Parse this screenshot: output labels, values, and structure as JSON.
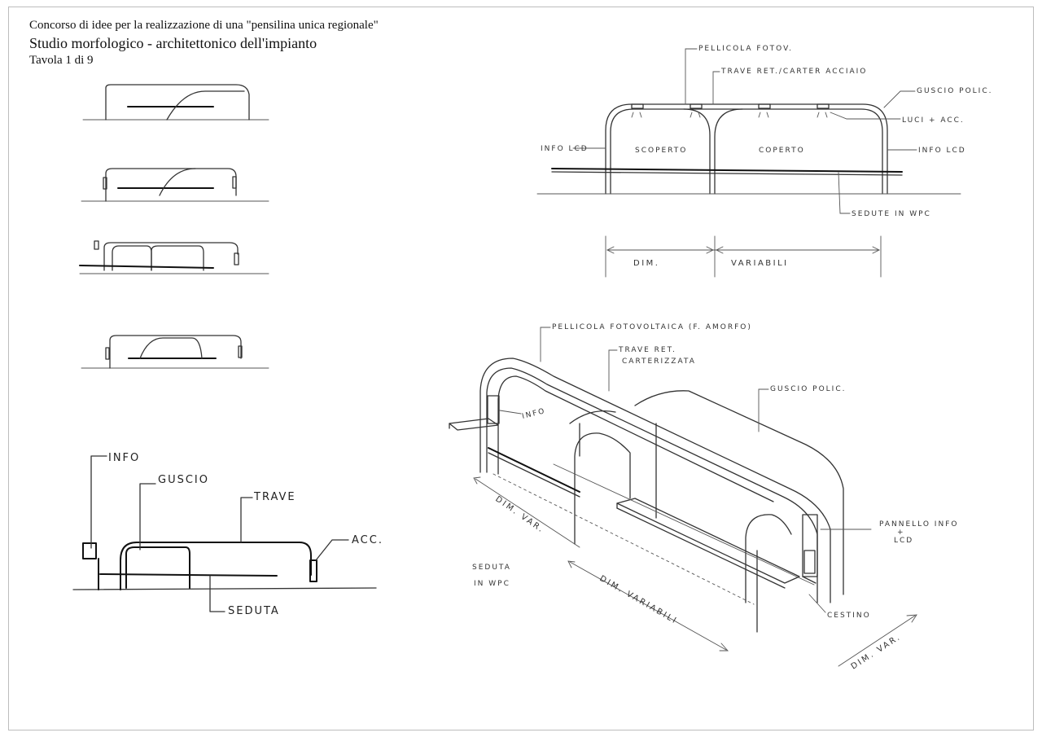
{
  "header": {
    "line1": "Concorso di idee per la realizzazione di una \"pensilina unica regionale\"",
    "line2": "Studio morfologico - architettonico dell'impianto",
    "line3": "Tavola 1 di 9"
  },
  "elevation": {
    "pellicola": "PELLICOLA FOTOV.",
    "trave": "TRAVE RET./CARTER ACCIAIO",
    "guscio": "GUSCIO POLIC.",
    "luci": "LUCI + ACC.",
    "info_left": "INFO LCD",
    "info_right": "INFO LCD",
    "scoperto": "SCOPERTO",
    "coperto": "COPERTO",
    "sedute": "SEDUTE IN WPC",
    "dim": "DIM.",
    "variabili": "VARIABILI"
  },
  "small_elevation": {
    "info": "INFO",
    "guscio": "GUSCIO",
    "trave": "TRAVE",
    "acc": "ACC.",
    "seduta": "SEDUTA"
  },
  "perspective": {
    "pellicola": "PELLICOLA FOTOVOLTAICA (F. AMORFO)",
    "trave1": "TRAVE RET.",
    "trave2": "CARTERIZZATA",
    "guscio": "GUSCIO POLIC.",
    "info": "INFO",
    "pannello1": "PANNELLO INFO",
    "pannello2": "+",
    "pannello3": "LCD",
    "seduta1": "SEDUTA",
    "seduta2": "IN WPC",
    "cestino": "CESTINO",
    "dim_var_short": "DIM. VAR.",
    "dim_variabili": "DIM. VARIABILI",
    "dim_var_right": "DIM. VAR."
  }
}
